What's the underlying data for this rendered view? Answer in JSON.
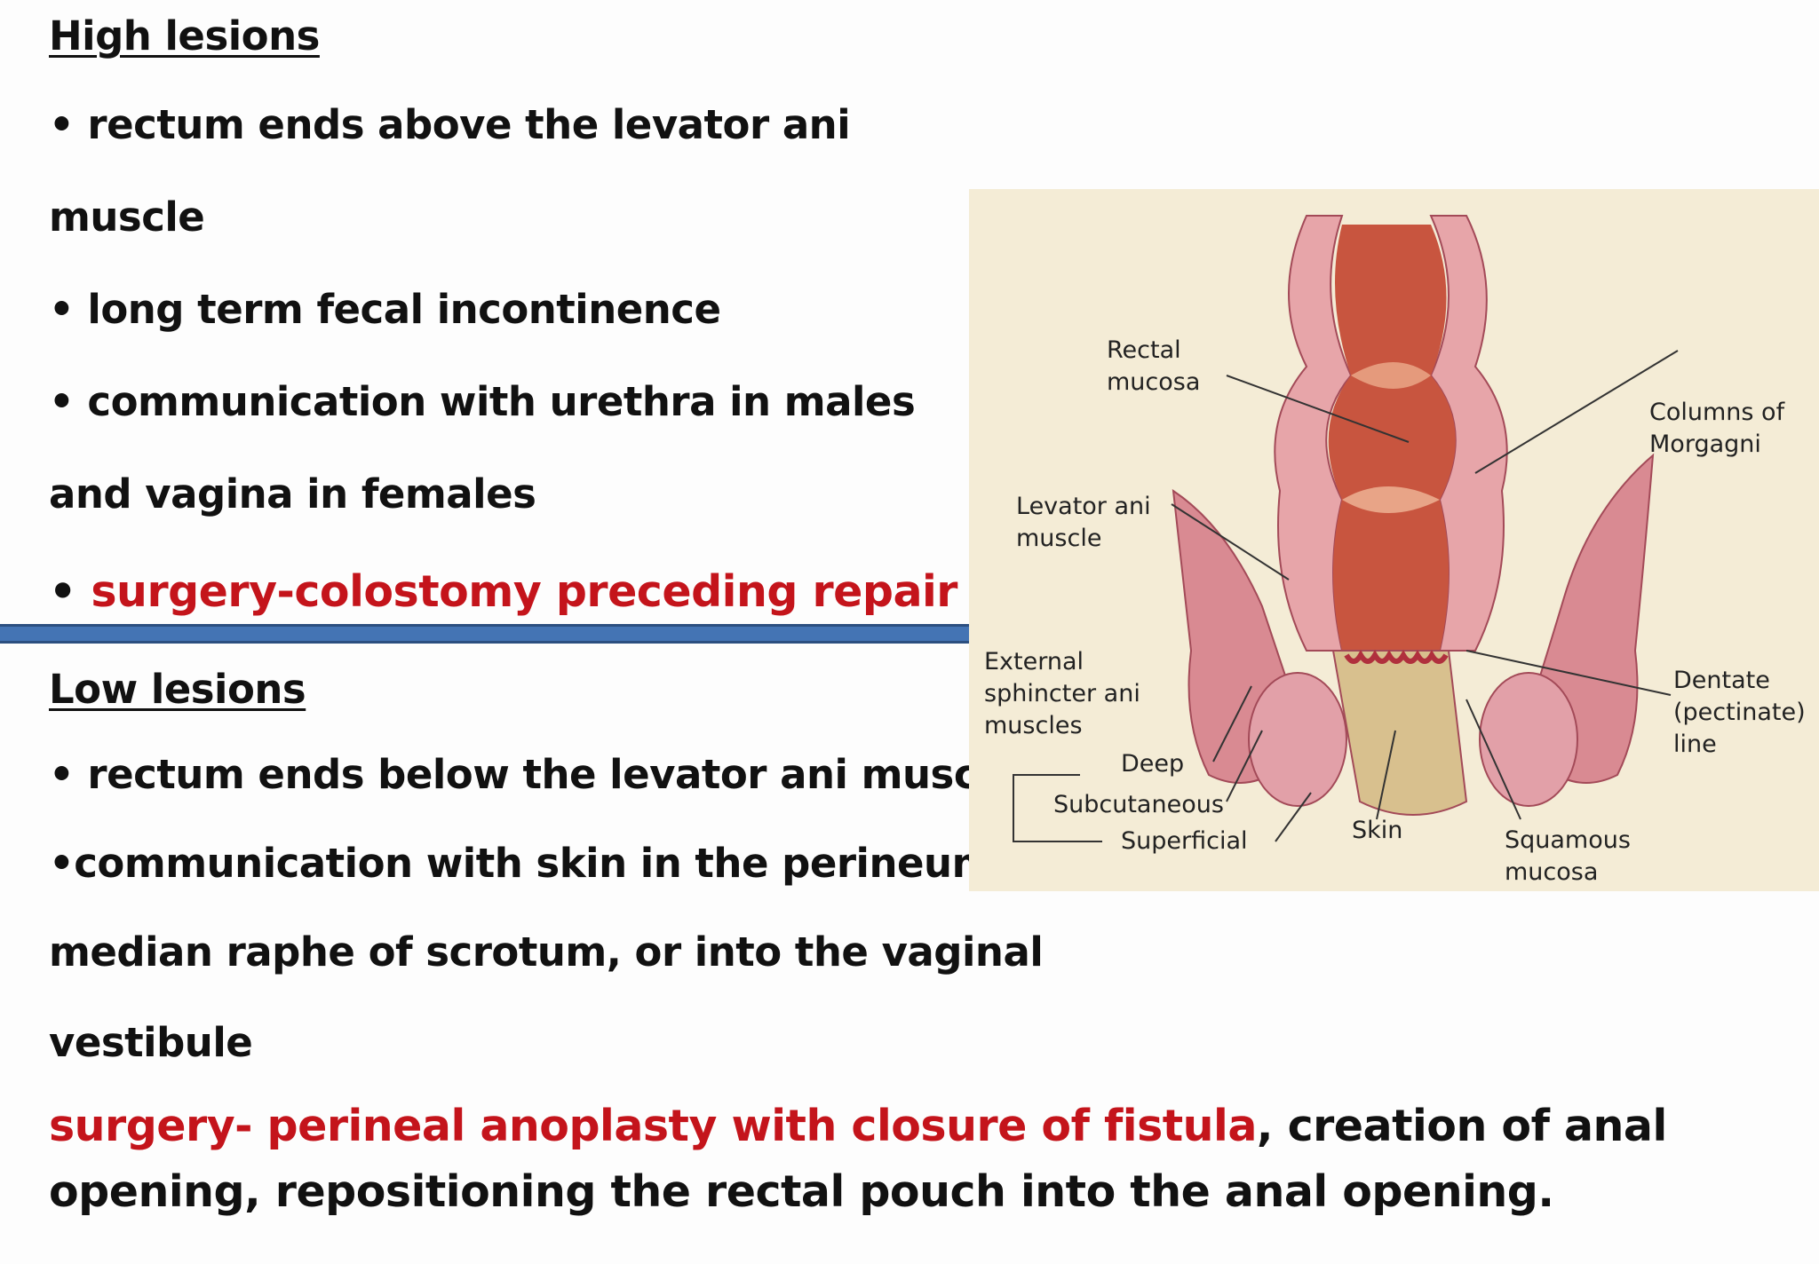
{
  "high": {
    "heading": "High lesions",
    "lines": [
      "• rectum ends above the levator ani",
      "muscle",
      "• long term fecal incontinence",
      "• communication with urethra in males",
      "and vagina in females"
    ],
    "bullet": "•",
    "surgery": "surgery-colostomy preceding repair"
  },
  "low": {
    "heading": "Low lesions",
    "lines": [
      "• rectum ends below the levator ani muscle",
      "•communication with skin in the perineum,",
      "median raphe of scrotum, or into the vaginal",
      "vestibule"
    ],
    "surgery_red": "surgery- perineal anoplasty with closure of fistula",
    "surgery_rest": ", creation of anal",
    "surgery_line2": "opening, repositioning the rectal pouch into the anal opening."
  },
  "figure": {
    "labels": {
      "rectal": "Rectal",
      "mucosa": "mucosa",
      "columns_of": "Columns of",
      "morgagni": "Morgagni",
      "levator_ani": "Levator ani",
      "muscle": "muscle",
      "external": "External",
      "sphincter_ani": "sphincter ani",
      "muscles": "muscles",
      "deep": "Deep",
      "subcutaneous": "Subcutaneous",
      "superficial": "Superficial",
      "skin": "Skin",
      "squamous": "Squamous",
      "squamous_mucosa": "mucosa",
      "dentate": "Dentate",
      "pectinate": "(pectinate)",
      "line": "line"
    }
  },
  "colors": {
    "accent_red": "#c4141b",
    "divider_blue": "#4474b4",
    "figure_background": "#f4ecd6"
  }
}
